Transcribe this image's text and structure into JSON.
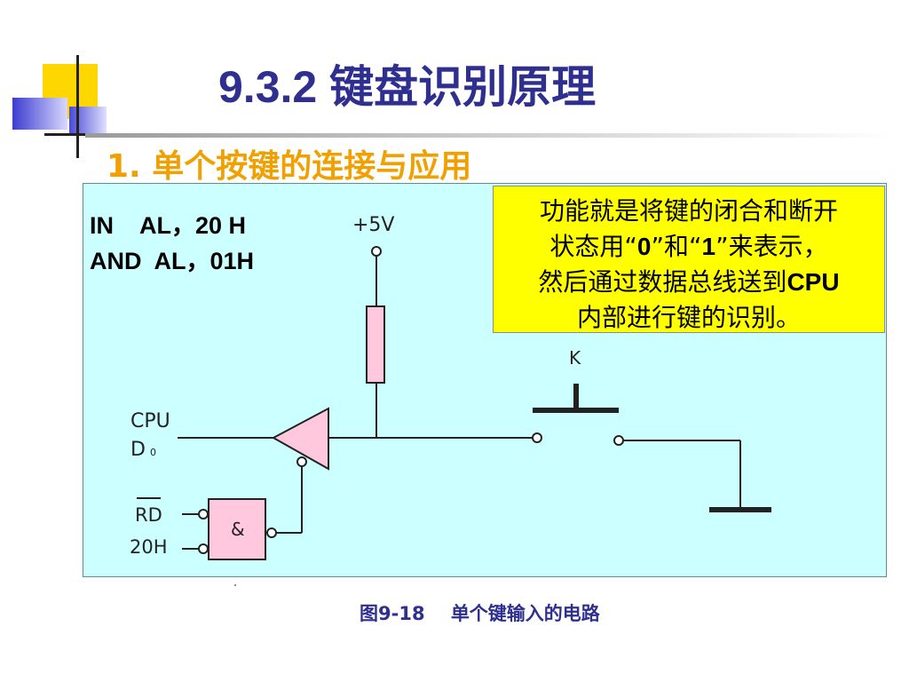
{
  "title": "9.3.2 键盘识别原理",
  "subtitle": "1. 单个按键的连接与应用",
  "code": {
    "line1": "IN    AL，20 H",
    "line2": "AND  AL，01H"
  },
  "note": {
    "line1": "功能就是将键的闭合和断开",
    "line2_a": "状态用“",
    "line2_b": "0",
    "line2_c": "”和“",
    "line2_d": "1",
    "line2_e": "”来表示，",
    "line3_a": "然后通过数据总线送到",
    "line3_b": "CPU",
    "line4": "内部进行键的识别。"
  },
  "circuit": {
    "supply_label": "+5V",
    "switch_label": "K",
    "cpu_label": "CPU",
    "d0_label": "D",
    "d0_subscript": "0",
    "rd_label": "RD",
    "port_label": "20H",
    "and_gate_label": "&"
  },
  "caption": {
    "figure": "图9-18",
    "text": "单个键输入的电路"
  },
  "colors": {
    "title": "#2f2f8f",
    "subtitle": "#f0a000",
    "panel": "#ccffff",
    "note_bg": "#ffff00",
    "component_fill": "#ffc8dc"
  }
}
